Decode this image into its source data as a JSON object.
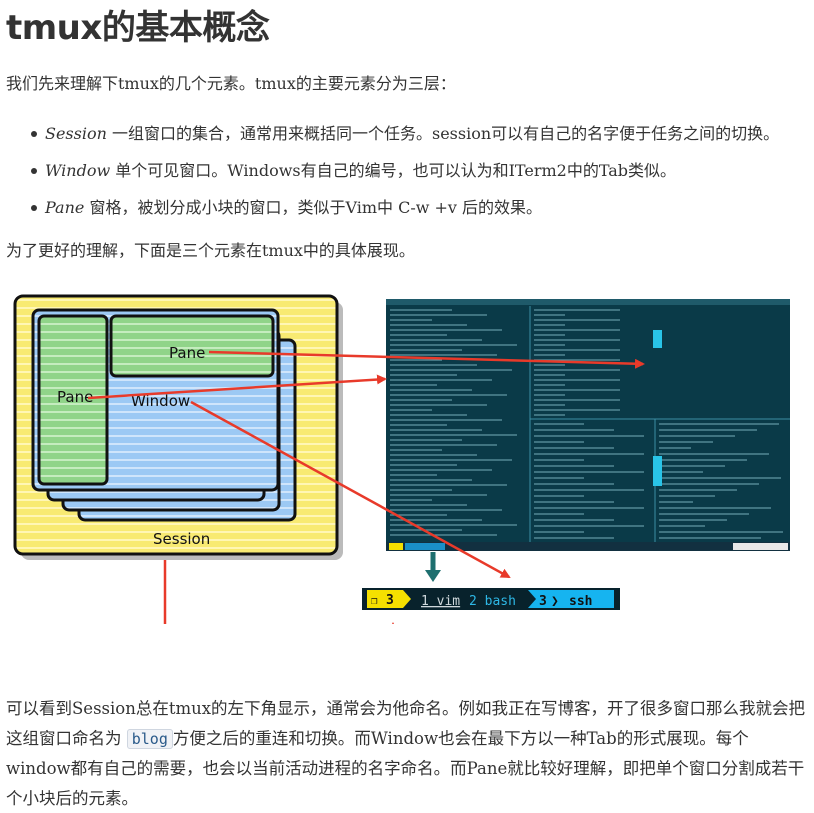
{
  "title": "tmux的基本概念",
  "intro": "我们先来理解下tmux的几个元素。tmux的主要元素分为三层：",
  "bullets": [
    {
      "term": "Session",
      "desc": " 一组窗口的集合，通常用来概括同一个任务。session可以有自己的名字便于任务之间的切换。"
    },
    {
      "term": "Window",
      "desc": " 单个可见窗口。Windows有自己的编号，也可以认为和ITerm2中的Tab类似。"
    },
    {
      "term": "Pane",
      "desc": " 窗格，被划分成小块的窗口，类似于Vim中 C-w +v 后的效果。"
    }
  ],
  "second": "为了更好的理解，下面是三个元素在tmux中的具体展现。",
  "figure": {
    "pane_label_top": "Pane",
    "pane_label_left": "Pane",
    "window_label": "Window",
    "session_label": "Session",
    "statusbar": {
      "session": "3",
      "win1": "1 vim",
      "win2": "2 bash",
      "arrow_num": "3",
      "win3": "ssh"
    },
    "colors": {
      "yellow": "#f8ea72",
      "blue": "#9cc9f4",
      "green": "#90d489",
      "red": "#e83a2a",
      "term_bg": "#0a3a48",
      "teal": "#1e6f6f"
    }
  },
  "para": {
    "part1": "可以看到Session总在tmux的左下角显示，通常会为他命名。例如我正在写博客，开了很多窗口那么我就会把这组窗口命名为",
    "code": "blog",
    "part2": "方便之后的重连和切换。而Window也会在最下方以一种Tab的形式展现。每个window都有自己的需要，也会以当前活动进程的名字命名。而Pane就比较好理解，即把单个窗口分割成若干个小块后的元素。"
  }
}
